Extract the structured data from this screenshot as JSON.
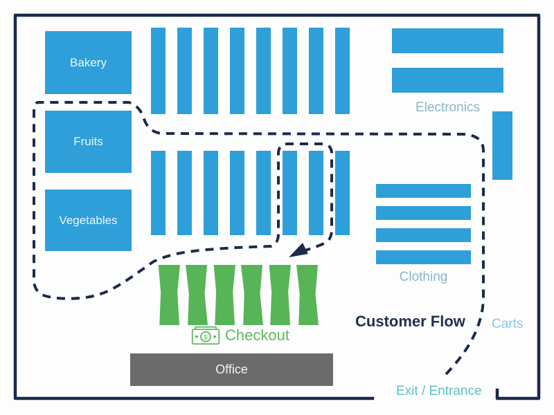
{
  "title": "Customer Flow",
  "areas": {
    "bakery": "Bakery",
    "fruits": "Fruits",
    "vegetables": "Vegetables",
    "electronics": "Electronics",
    "clothing": "Clothing",
    "carts": "Carts",
    "checkout": "Checkout",
    "office": "Office",
    "exit_entrance": "Exit / Entrance"
  },
  "shelves": {
    "top_aisles_count": 8,
    "middle_aisles_count": 8,
    "electronics_shelves_count": 2,
    "clothing_racks_count": 4,
    "checkout_lanes_count": 6,
    "carts_bay_count": 1
  },
  "icons": {
    "checkout_icon": "cash-icon",
    "flow_marker": "arrowhead-icon"
  },
  "colors": {
    "shelf_blue": "#2E9FD9",
    "checkout_green": "#57B457",
    "office_gray": "#6B6B6B",
    "outline_navy": "#1C2B4A",
    "section_label_blue": "#8AB5C8",
    "carts_label_blue": "#8BC5E8",
    "exit_label_teal": "#5FBFC6",
    "checkout_label_green": "#5CB85C"
  }
}
